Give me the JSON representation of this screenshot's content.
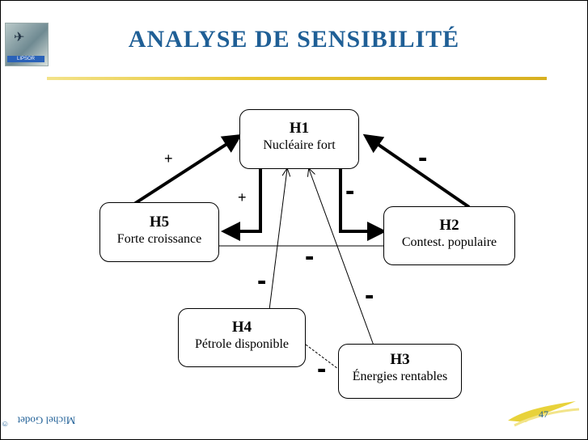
{
  "title": "ANALYSE  DE  SENSIBILITÉ",
  "author": "Michel Godet",
  "author_mark": "©",
  "page_number": "47",
  "logo_text": "LIPSOR",
  "nodes": {
    "h1": {
      "id": "H1",
      "label": "Nucléaire fort"
    },
    "h2": {
      "id": "H2",
      "label": "Contest. populaire"
    },
    "h3": {
      "id": "H3",
      "label": "Énergies rentables"
    },
    "h4": {
      "id": "H4",
      "label": "Pétrole disponible"
    },
    "h5": {
      "id": "H5",
      "label": "Forte croissance"
    }
  },
  "signs": {
    "h5_to_h1": "+",
    "h1_to_h5": "+",
    "h2_to_h1": "-",
    "h1_to_h2": "-",
    "h5_h2": "-",
    "h4_to_h1": "-",
    "h3_to_h1": "-",
    "h4_h3": "-"
  }
}
